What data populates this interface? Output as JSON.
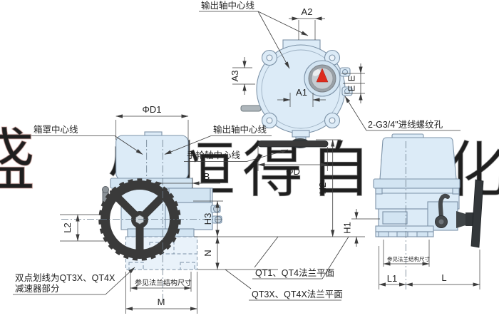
{
  "watermark": {
    "left_char": "盛",
    "text": "盛恒得自动化"
  },
  "labels": {
    "output_axis_top": "输出轴中心线",
    "cable_entry": "2-G3/4\"进线螺纹孔",
    "box_cover_axis": "箱罩中心线",
    "output_axis_front": "输出轴中心线",
    "handwheel_axis": "手轮轴中心线",
    "phantom_note_line1": "双点划线为QT3X、QT4X",
    "phantom_note_line2": "减速器部分",
    "flange_ref_front": "参见法兰结构尺寸",
    "flange_ref_side": "参见法兰结构尺寸",
    "qt1_flange_plane": "QT1、QT4法兰平面",
    "qt3x_flange_plane": "QT3X、QT4X法兰平面"
  },
  "dimensions": {
    "a1": "A1",
    "a2": "A2",
    "a3": "A3",
    "e_upper": "E",
    "e_lower": "E",
    "phi_d1": "ΦD1",
    "phi_d": "ΦD",
    "b": "B",
    "l2": "L2",
    "h3": "H3",
    "n": "N",
    "m": "M",
    "h2": "H2",
    "h1": "H1",
    "l1": "L1",
    "l": "L"
  },
  "colors": {
    "body_fill": "#dcebf7",
    "body_fill_alt": "#d2e4f2",
    "outline": "#7d93a8",
    "handwheel_dark": "#3a3a3a",
    "dimension": "#3c3c3c",
    "indicator_red": "#dd2b1c",
    "watermark_gray": "#c3c3c3",
    "watermark_red": "#dba8a2"
  }
}
